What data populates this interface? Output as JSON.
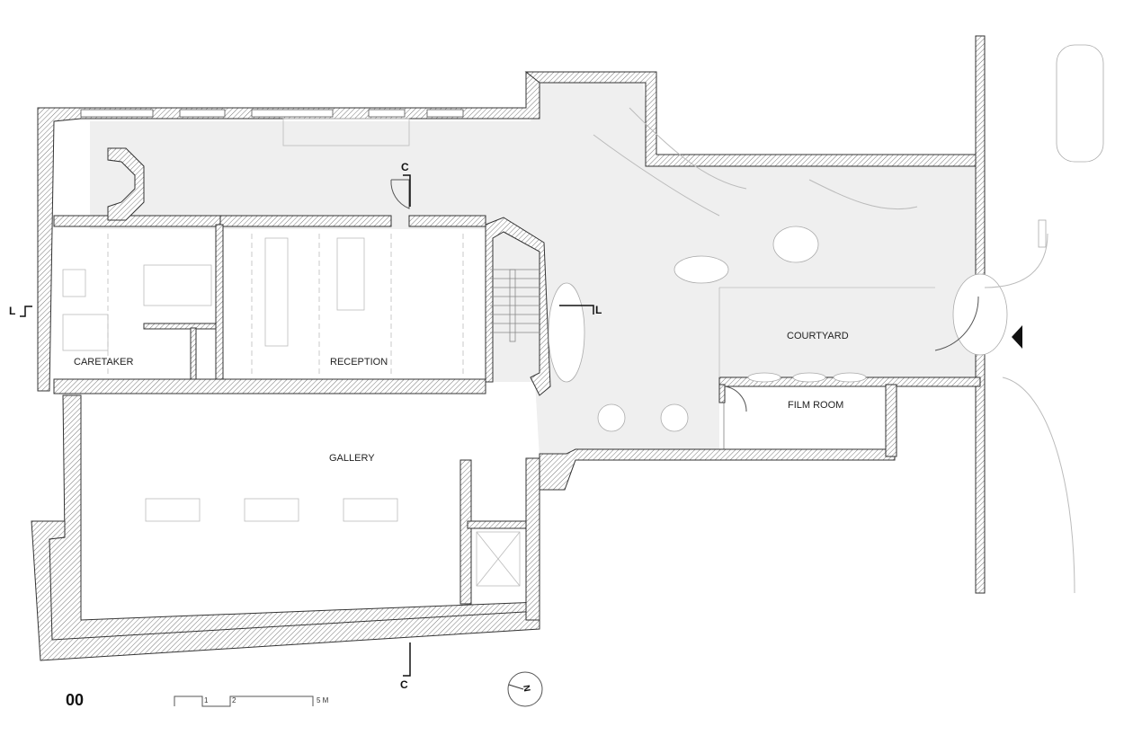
{
  "plan": {
    "level_label": "00",
    "rooms": {
      "caretaker": "CARETAKER",
      "reception": "RECEPTION",
      "gallery": "GALLERY",
      "courtyard": "COURTYARD",
      "film_room": "FILM ROOM"
    },
    "section_markers": {
      "c_top": "C",
      "c_bottom": "C",
      "l_left": "L",
      "l_right": "L"
    },
    "scale_bar": {
      "tick_1": "1",
      "tick_2": "2",
      "tick_5": "5 M"
    },
    "north_arrow": "N",
    "colors": {
      "floor": "#eeeeee",
      "wall_line": "#333333",
      "hatch": "#777777",
      "furniture": "#bbbbbb"
    }
  }
}
